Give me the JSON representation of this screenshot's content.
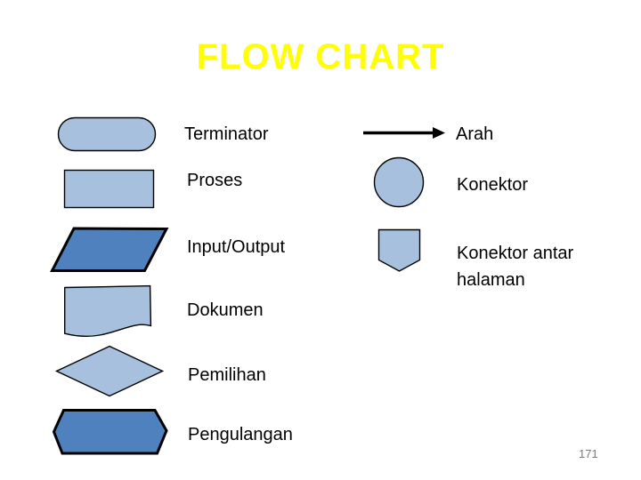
{
  "slide": {
    "title": "FLOW CHART",
    "page_number": "171"
  },
  "colors": {
    "title": "#FFFF00",
    "shape_light": "#A7C0DE",
    "shape_dark": "#4E81BE",
    "shape_outline": "#000000",
    "label_text": "#000000",
    "page_number_text": "#7A7A7A"
  },
  "legend": {
    "left_items": [
      {
        "shape": "terminator",
        "label": "Terminator"
      },
      {
        "shape": "process",
        "label": "Proses"
      },
      {
        "shape": "input-output",
        "label": "Input/Output"
      },
      {
        "shape": "document",
        "label": "Dokumen"
      },
      {
        "shape": "decision",
        "label": "Pemilihan"
      },
      {
        "shape": "loop",
        "label": "Pengulangan"
      }
    ],
    "right_items": [
      {
        "shape": "arrow",
        "label": "Arah"
      },
      {
        "shape": "connector",
        "label": "Konektor"
      },
      {
        "shape": "off-page-connector",
        "label": "Konektor antar halaman"
      }
    ]
  }
}
